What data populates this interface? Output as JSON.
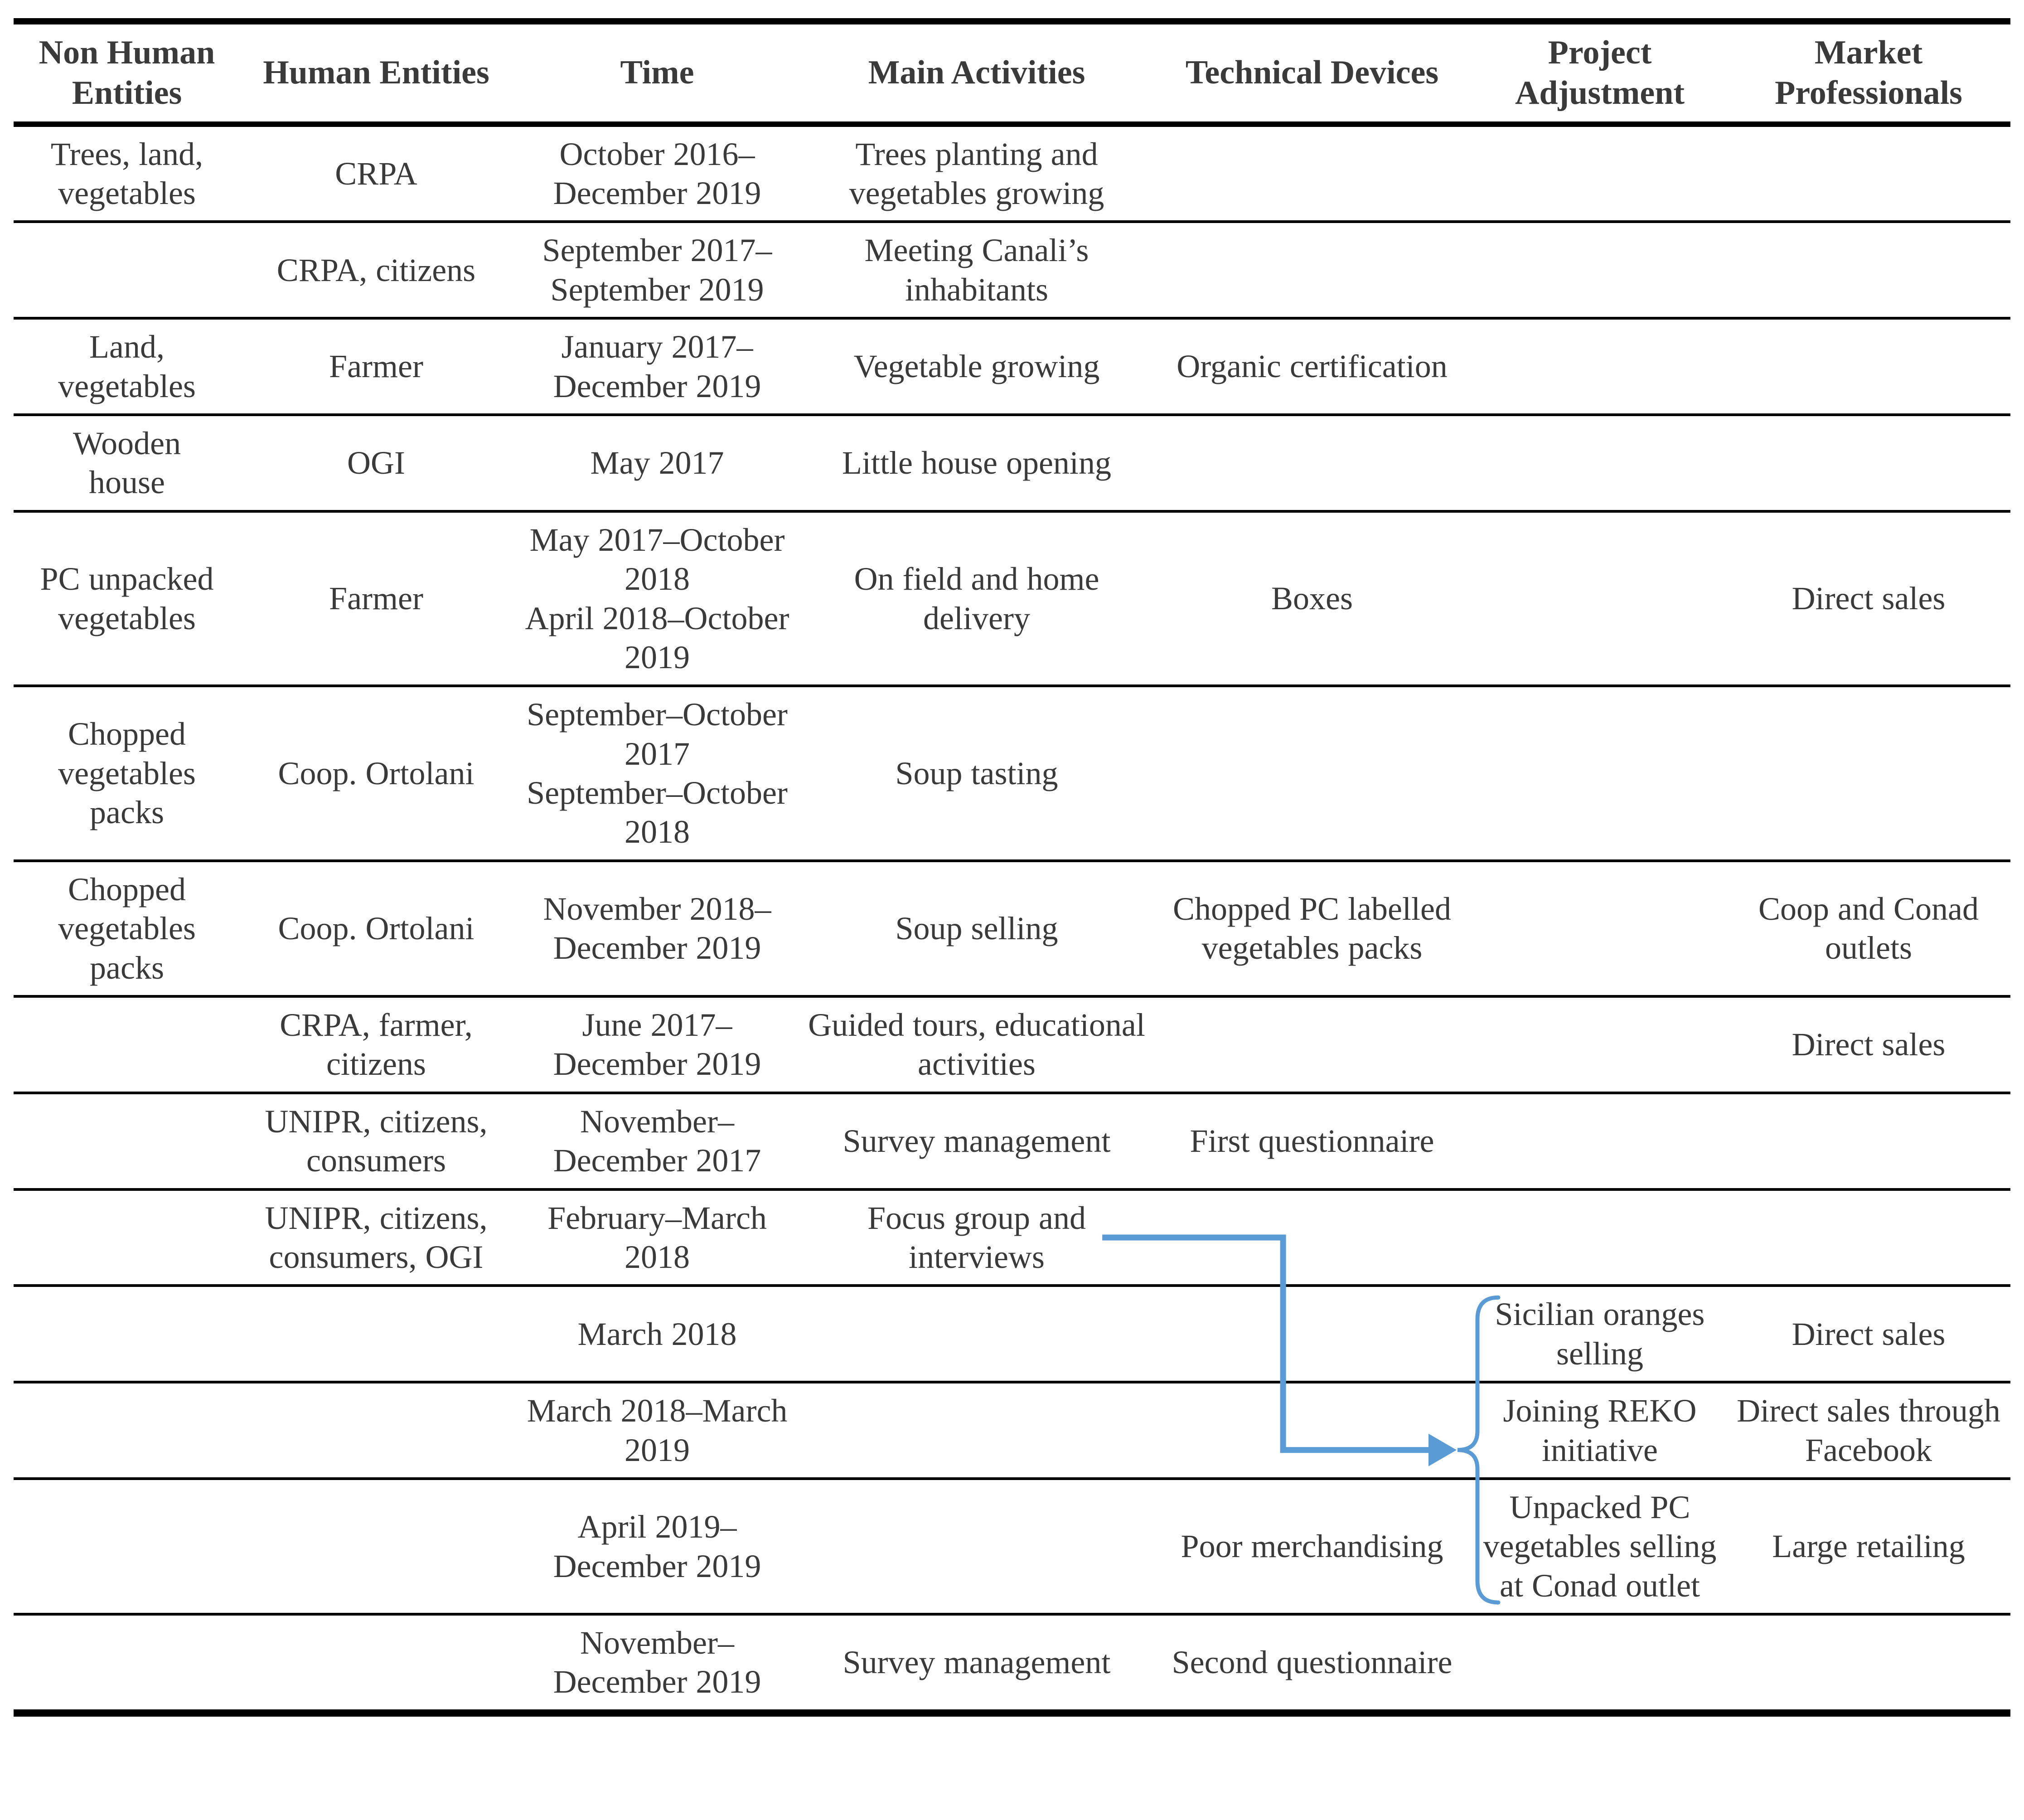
{
  "colors": {
    "text": "#3a3a3a",
    "border": "#000000",
    "annotation_blue": "#5B9BD5"
  },
  "table": {
    "columns": [
      "Non Human Entities",
      "Human Entities",
      "Time",
      "Main Activities",
      "Technical Devices",
      "Project Adjustment",
      "Market Professionals"
    ],
    "rows": [
      [
        "Trees, land, vegetables",
        "CRPA",
        "October 2016–December 2019",
        "Trees planting and vegetables growing",
        "",
        "",
        ""
      ],
      [
        "",
        "CRPA, citizens",
        "September 2017–September 2019",
        "Meeting Canali’s inhabitants",
        "",
        "",
        ""
      ],
      [
        "Land, vegetables",
        "Farmer",
        "January 2017–December 2019",
        "Vegetable growing",
        "Organic certification",
        "",
        ""
      ],
      [
        "Wooden\nhouse",
        "OGI",
        "May 2017",
        "Little house opening",
        "",
        "",
        ""
      ],
      [
        "PC unpacked vegetables",
        "Farmer",
        "May 2017–October 2018\nApril 2018–October 2019",
        "On field and home delivery",
        "Boxes",
        "",
        "Direct sales"
      ],
      [
        "Chopped vegetables packs",
        "Coop. Ortolani",
        "September–October 2017\nSeptember–October 2018",
        "Soup tasting",
        "",
        "",
        ""
      ],
      [
        "Chopped vegetables packs",
        "Coop. Ortolani",
        "November 2018–December 2019",
        "Soup selling",
        "Chopped PC labelled vegetables packs",
        "",
        "Coop and Conad outlets"
      ],
      [
        "",
        "CRPA, farmer, citizens",
        "June 2017–December 2019",
        "Guided tours, educational activities",
        "",
        "",
        "Direct sales"
      ],
      [
        "",
        "UNIPR, citizens, consumers",
        "November–December 2017",
        "Survey management",
        "First questionnaire",
        "",
        ""
      ],
      [
        "",
        "UNIPR, citizens, consumers, OGI",
        "February–March 2018",
        "Focus group and interviews",
        "",
        "",
        ""
      ],
      [
        "",
        "",
        "March 2018",
        "",
        "",
        "Sicilian oranges selling",
        "Direct sales"
      ],
      [
        "",
        "",
        "March 2018–March 2019",
        "",
        "",
        "Joining REKO initiative",
        "Direct sales through Facebook"
      ],
      [
        "",
        "",
        "April 2019–December 2019",
        "",
        "Poor merchandising",
        "Unpacked PC vegetables selling at Conad outlet",
        "Large retailing"
      ],
      [
        "",
        "",
        "November–December 2019",
        "Survey management",
        "Second questionnaire",
        "",
        ""
      ]
    ]
  },
  "annotation": {
    "arrow_from_text": "Focus group and interviews",
    "brace_spans_texts": [
      "Sicilian oranges selling",
      "Joining REKO initiative",
      "Unpacked PC vegetables selling at Conad outlet"
    ],
    "color": "#5B9BD5"
  }
}
